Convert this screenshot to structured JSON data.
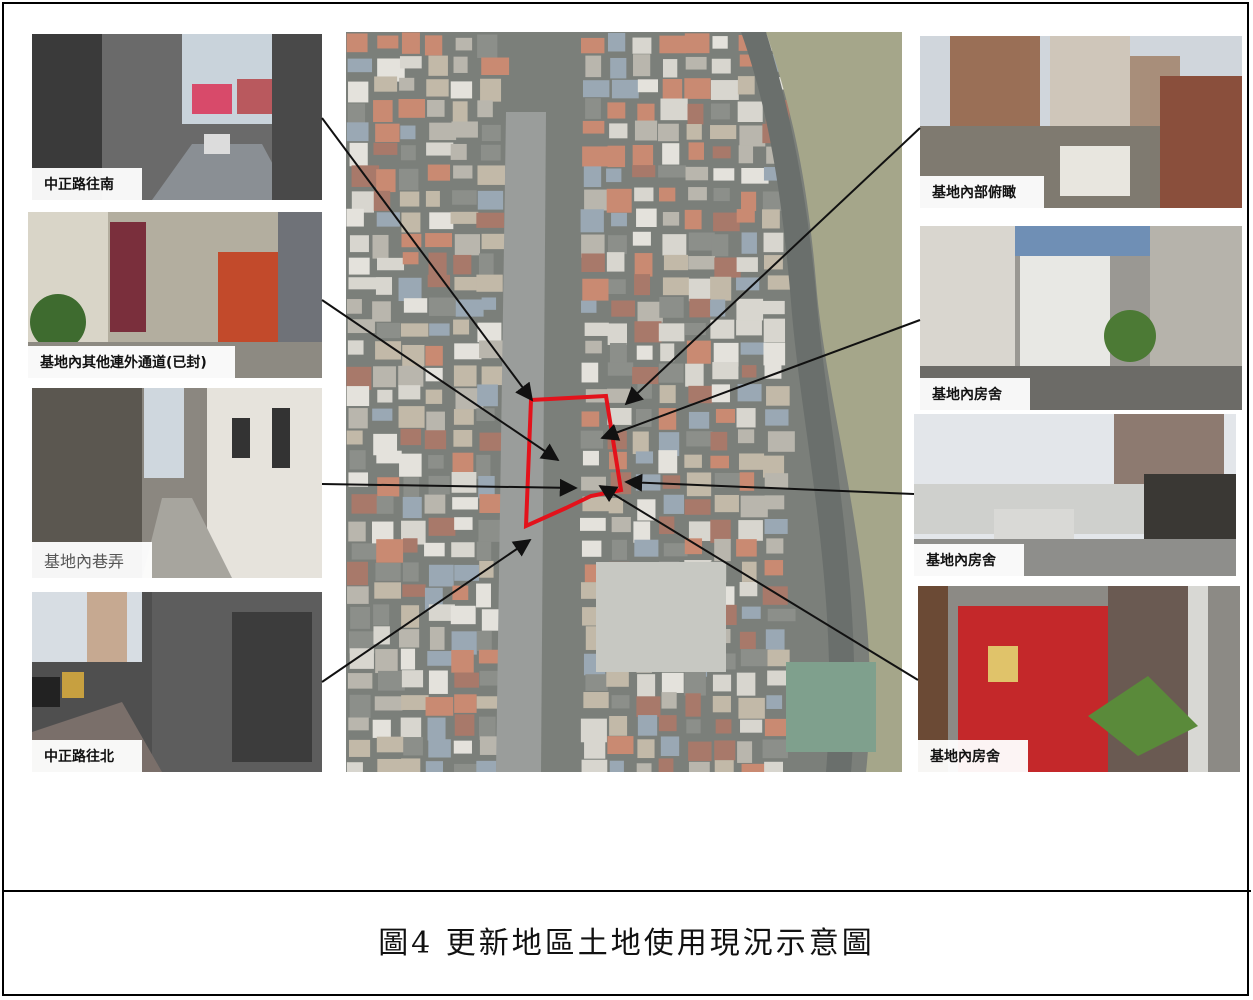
{
  "caption": "圖4  更新地區土地使用現況示意圖",
  "photos": [
    {
      "label": "中正路往南"
    },
    {
      "label": "基地內其他連外通道(已封)"
    },
    {
      "label": "基地內巷弄"
    },
    {
      "label": "中正路往北"
    },
    {
      "label": "基地內部俯瞰"
    },
    {
      "label": "基地內房舍"
    },
    {
      "label": "基地內房舍"
    },
    {
      "label": "基地內房舍"
    }
  ],
  "colors": {
    "site_boundary": "#e3121b",
    "arrow": "#111111"
  }
}
